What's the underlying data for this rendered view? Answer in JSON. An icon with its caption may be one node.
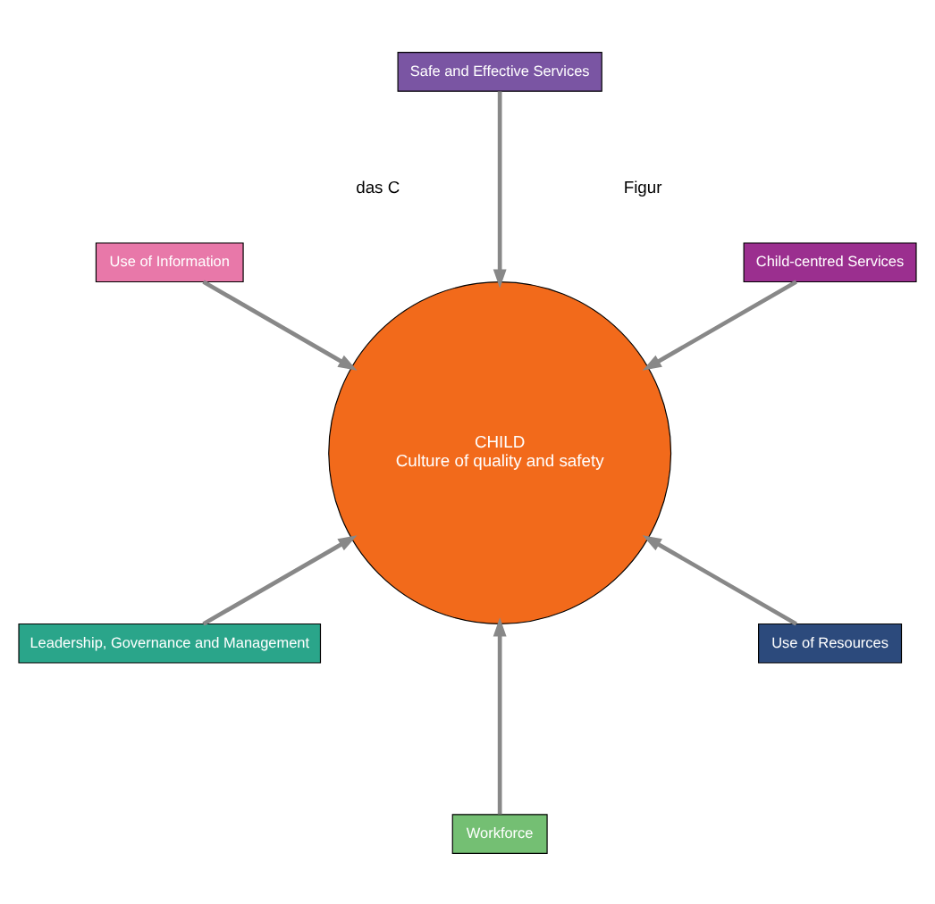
{
  "diagram": {
    "nodes": [
      {
        "text": [
          "Child-centred Services"
        ]
      },
      {
        "text": [
          "Safe and Effective Services"
        ]
      },
      {
        "text": [
          "Use of Information"
        ]
      },
      {
        "text": [
          "Leadership, Governance and Management"
        ]
      },
      {
        "text": [
          "Workforce"
        ]
      },
      {
        "text": [
          "Use of Resources"
        ]
      },
      {
        "text": [
          "CHILD",
          "Culture of quality and safety"
        ]
      }
    ],
    "edges": [
      {
        "from": 0,
        "to": 6,
        "arrow": "to"
      },
      {
        "from": 1,
        "to": 6,
        "arrow": "to"
      },
      {
        "from": 2,
        "to": 6,
        "arrow": "to"
      },
      {
        "from": 3,
        "to": 6,
        "arrow": "to"
      },
      {
        "from": 4,
        "to": 6,
        "arrow": "to"
      },
      {
        "from": 5,
        "to": 6,
        "arrow": "to"
      }
    ],
    "labels": [
      "Figur",
      "das C"
    ]
  }
}
